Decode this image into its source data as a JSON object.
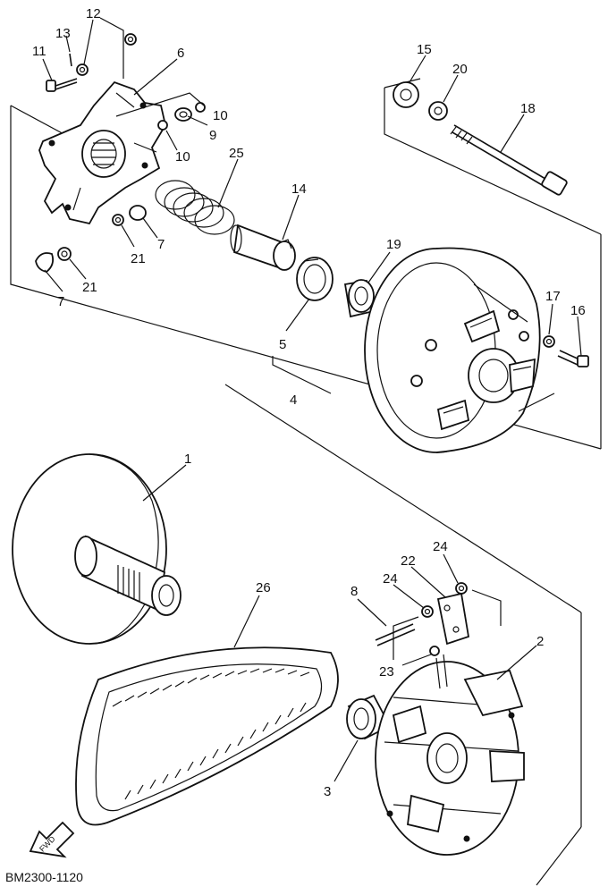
{
  "diagram": {
    "code": "BM2300-1120",
    "fwd_label": "FWD",
    "callouts": {
      "c1": "1",
      "c2": "2",
      "c3": "3",
      "c4": "4",
      "c5": "5",
      "c6": "6",
      "c7a": "7",
      "c7b": "7",
      "c8": "8",
      "c9": "9",
      "c10a": "10",
      "c10b": "10",
      "c11": "11",
      "c12": "12",
      "c13": "13",
      "c14": "14",
      "c15": "15",
      "c16": "16",
      "c17": "17",
      "c18": "18",
      "c19": "19",
      "c20": "20",
      "c21a": "21",
      "c21b": "21",
      "c22": "22",
      "c23": "23",
      "c24a": "24",
      "c24b": "24",
      "c25": "25",
      "c26": "26"
    }
  }
}
